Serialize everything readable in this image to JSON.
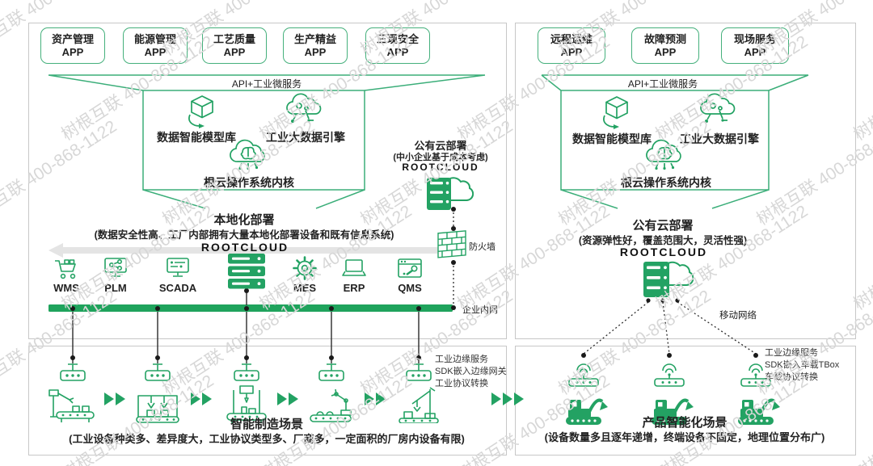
{
  "watermark": {
    "text": "树根互联 400-868-1122"
  },
  "colors": {
    "green": "#23a263",
    "box_border_green": "#45b07c",
    "intranet_bar_green": "#1fa35c",
    "panel_border_gray": "#c7c7c7",
    "arrow_gray": "#e4e4e4",
    "watermark_gray": "#d7d7d7",
    "text_dark": "#222222"
  },
  "left": {
    "apps": [
      "资产管理",
      "能源管理",
      "工艺质量",
      "生产精益",
      "三现安全"
    ],
    "app_suffix": "APP",
    "api_label": "API+工业微服务",
    "platform": {
      "model_lib": "数据智能模型库",
      "engine": "工业大数据引擎",
      "kernel": "根云操作系统内核"
    },
    "public_cloud": {
      "title": "公有云部署",
      "note": "(中小企业基于成本考虑)",
      "brand": "ROOTCLOUD"
    },
    "local_deploy": {
      "title": "本地化部署",
      "note": "(数据安全性高、工厂内部拥有大量本地化部署设备和既有信息系统)",
      "brand": "ROOTCLOUD"
    },
    "firewall_label": "防火墙",
    "intranet_label": "企业内网",
    "systems": [
      "WMS",
      "PLM",
      "SCADA",
      "MES",
      "ERP",
      "QMS"
    ],
    "edge_note": {
      "line1": "工业边缘服务",
      "line2": "SDK嵌入边缘网关",
      "line3": "工业协议转换"
    },
    "scene": {
      "title": "智能制造场景",
      "desc": "(工业设备种类多、差异度大，工业协议类型多、厂商多，一定面积的厂房内设备有限)"
    }
  },
  "right": {
    "apps": [
      "远程运维",
      "故障预测",
      "现场服务"
    ],
    "app_suffix": "APP",
    "api_label": "API+工业微服务",
    "platform": {
      "model_lib": "数据智能模型库",
      "engine": "工业大数据引擎",
      "kernel": "根云操作系统内核"
    },
    "public_cloud": {
      "title": "公有云部署",
      "note": "(资源弹性好，覆盖范围大，灵活性强)",
      "brand": "ROOTCLOUD"
    },
    "mobile_label": "移动网络",
    "edge_note": {
      "line1": "工业边缘服务",
      "line2": "SDK嵌入车载TBox",
      "line3": "车载协议转换"
    },
    "scene": {
      "title": "产品智能化场景",
      "desc": "(设备数量多且逐年递增，终端设备不固定，地理位置分布广)"
    }
  }
}
